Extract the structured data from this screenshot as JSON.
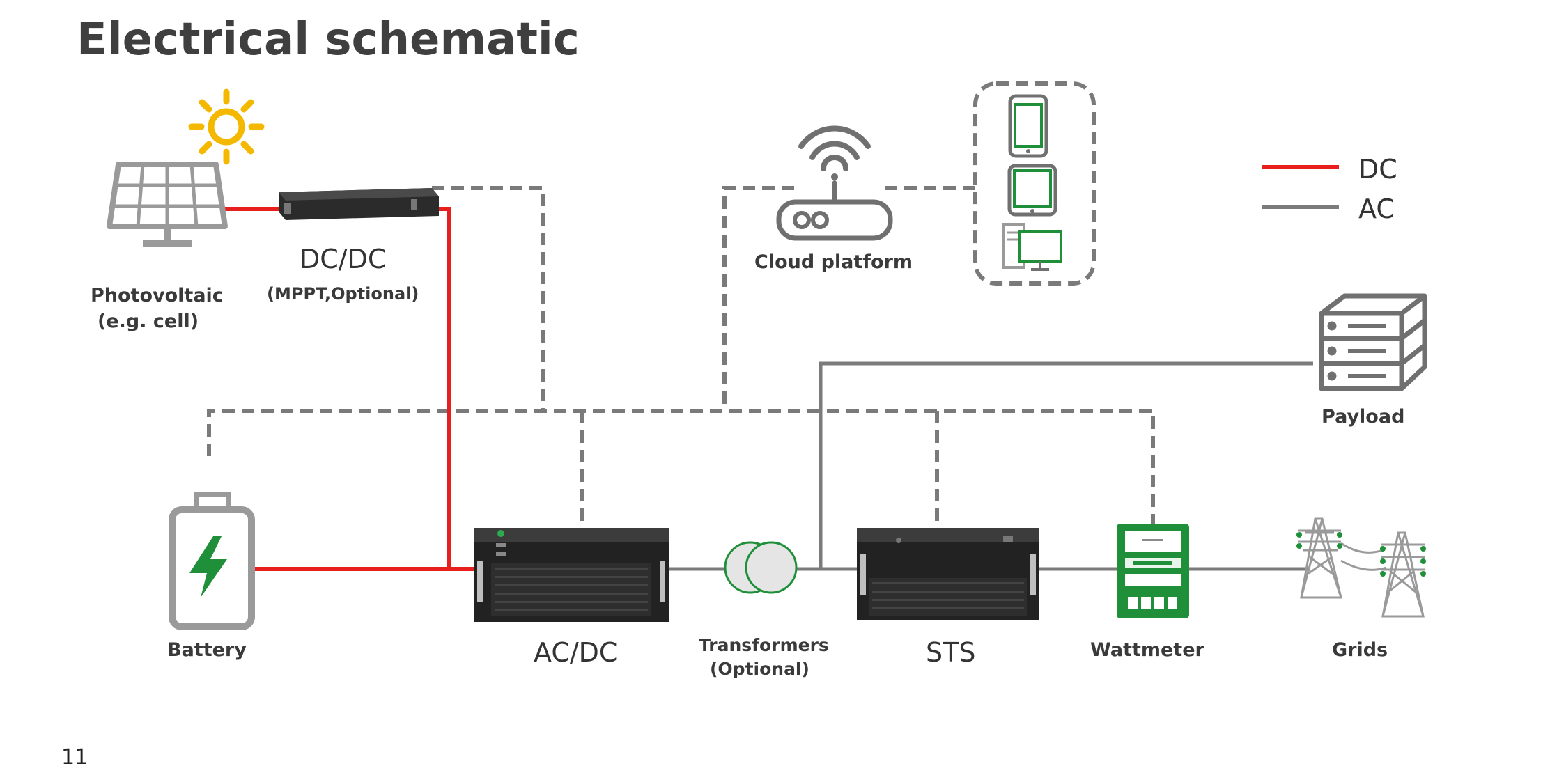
{
  "title": "Electrical schematic",
  "page_number": "11",
  "legend": [
    {
      "label": "DC",
      "color": "#e8201d"
    },
    {
      "label": "AC",
      "color": "#7b7b7b"
    }
  ],
  "labels": {
    "photovoltaic_line1": "Photovoltaic",
    "photovoltaic_line2": "(e.g. cell)",
    "dcdc": "DC/DC",
    "dcdc_sub": "(MPPT,Optional)",
    "cloud": "Cloud platform",
    "payload": "Payload",
    "battery": "Battery",
    "acdc": "AC/DC",
    "transformers_line1": "Transformers",
    "transformers_line2": "(Optional)",
    "sts": "STS",
    "wattmeter": "Wattmeter",
    "grids": "Grids"
  },
  "colors": {
    "dc_line": "#e8201d",
    "ac_line": "#7b7b7b",
    "comm_line": "#7a7a7a",
    "accent_green": "#1f8f3a",
    "sun": "#f5b800",
    "text": "#3a3a3a"
  },
  "icons": [
    "sun-icon",
    "solar-panel-icon",
    "dcdc-converter-icon",
    "wifi-router-icon",
    "smartphone-icon",
    "tablet-icon",
    "desktop-computer-icon",
    "server-rack-icon",
    "battery-icon",
    "acdc-rectifier-icon",
    "transformer-icon",
    "sts-switch-icon",
    "wattmeter-icon",
    "power-tower-icon"
  ]
}
